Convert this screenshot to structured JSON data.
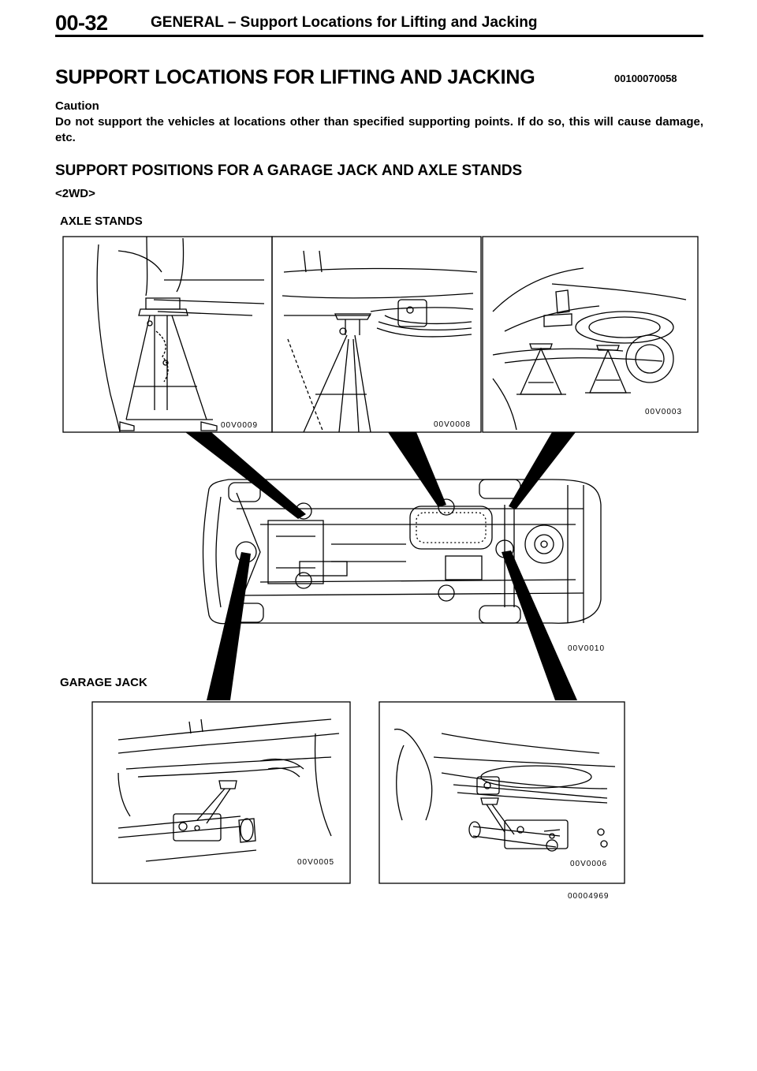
{
  "header": {
    "page_number": "00-32",
    "running_title": "GENERAL – Support Locations for Lifting and Jacking"
  },
  "section": {
    "heading": "SUPPORT LOCATIONS FOR LIFTING AND JACKING",
    "code": "00100070058"
  },
  "caution": {
    "label": "Caution",
    "text": "Do not support the vehicles at locations other than specified supporting points. If do so, this will cause damage, etc."
  },
  "subheading": "SUPPORT POSITIONS FOR A GARAGE JACK AND AXLE STANDS",
  "variant": "<2WD>",
  "figure": {
    "axle_stands_label": "AXLE STANDS",
    "garage_jack_label": "GARAGE JACK",
    "panel_codes": {
      "front_stand": "00V0009",
      "mid_stand": "00V0008",
      "rear_stand": "00V0003",
      "underbody": "00V0010",
      "front_jack": "00V0005",
      "rear_jack": "00V0006",
      "figure_id": "00004969"
    }
  }
}
